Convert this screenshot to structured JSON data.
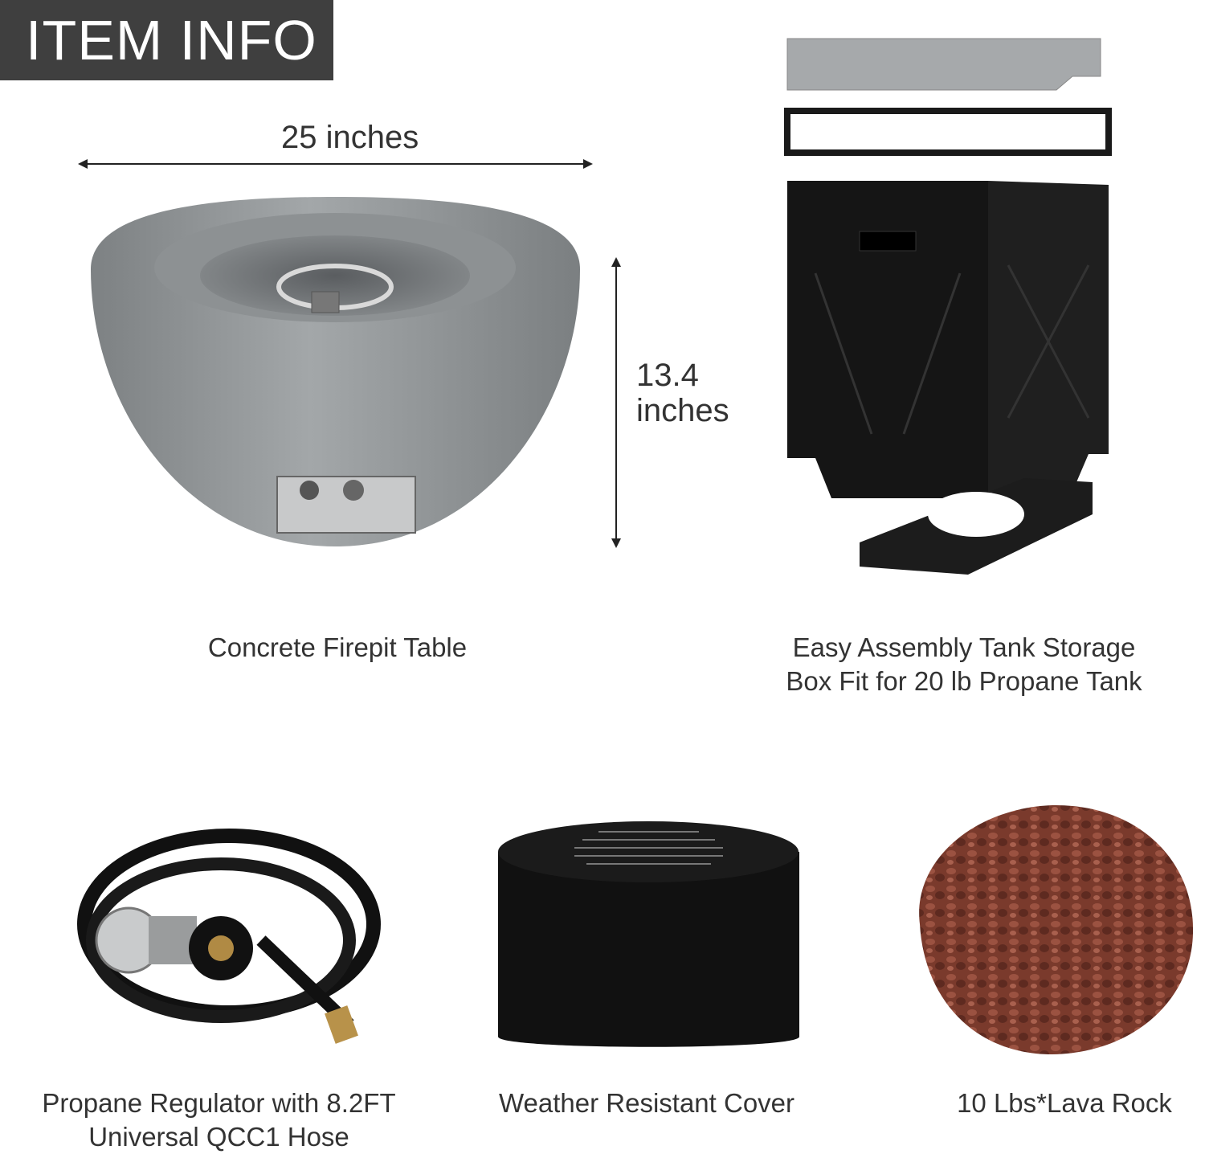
{
  "header": {
    "title": "ITEM INFO"
  },
  "firepit": {
    "width_label": "25 inches",
    "height_label_line1": "13.4",
    "height_label_line2": "inches",
    "caption": "Concrete Firepit Table"
  },
  "tank_box": {
    "caption_line1": "Easy Assembly Tank Storage",
    "caption_line2": "Box Fit for 20 lb Propane Tank"
  },
  "regulator": {
    "caption_line1": "Propane Regulator with 8.2FT",
    "caption_line2": "Universal QCC1 Hose"
  },
  "cover": {
    "caption": "Weather Resistant Cover"
  },
  "lava_rock": {
    "caption": "10 Lbs*Lava Rock"
  },
  "colors": {
    "banner_bg": "#3f3f3f",
    "concrete": "#8e9294",
    "black_box": "#151515",
    "lava": "#7a3a2c"
  }
}
